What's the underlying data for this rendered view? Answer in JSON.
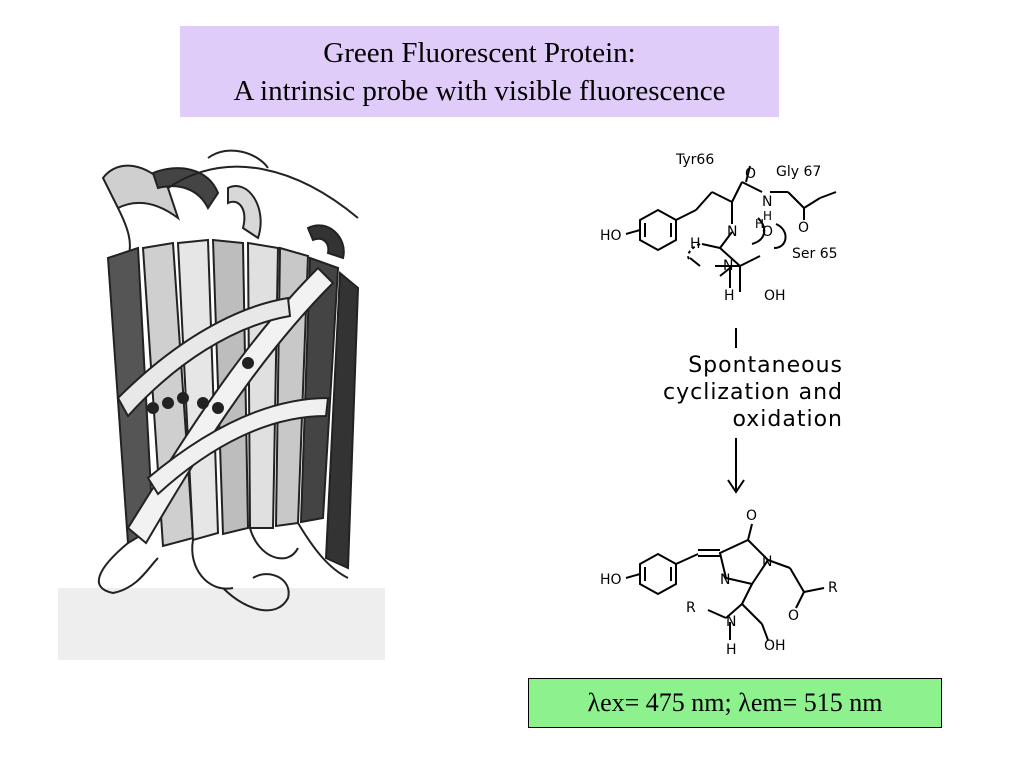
{
  "title": {
    "line1": "Green Fluorescent Protein:",
    "line2": "A intrinsic probe with visible fluorescence"
  },
  "reactant_labels": {
    "tyr": "Tyr66",
    "gly": "Gly 67",
    "ser": "Ser 65",
    "ho": "HO",
    "o_top": "O",
    "o_mid": "O",
    "n_amide": "N",
    "h_amide": "H",
    "n_gly": "N",
    "h_gly": "H",
    "h_left": "H",
    "n_low": "N",
    "h_low": "H",
    "oh": "OH",
    "o_gly": "O"
  },
  "reaction_step": {
    "line1": "Spontaneous",
    "line2": "cyclization and",
    "line3": "oxidation"
  },
  "product_labels": {
    "ho": "HO",
    "o_top": "O",
    "n_ring": "N",
    "n_ring2": "N",
    "o_chain": "O",
    "r_chain": "R",
    "r_left": "R",
    "n_low": "N",
    "h_low": "H",
    "oh": "OH"
  },
  "wavelengths": {
    "text": "λex= 475 nm; λem= 515 nm"
  }
}
